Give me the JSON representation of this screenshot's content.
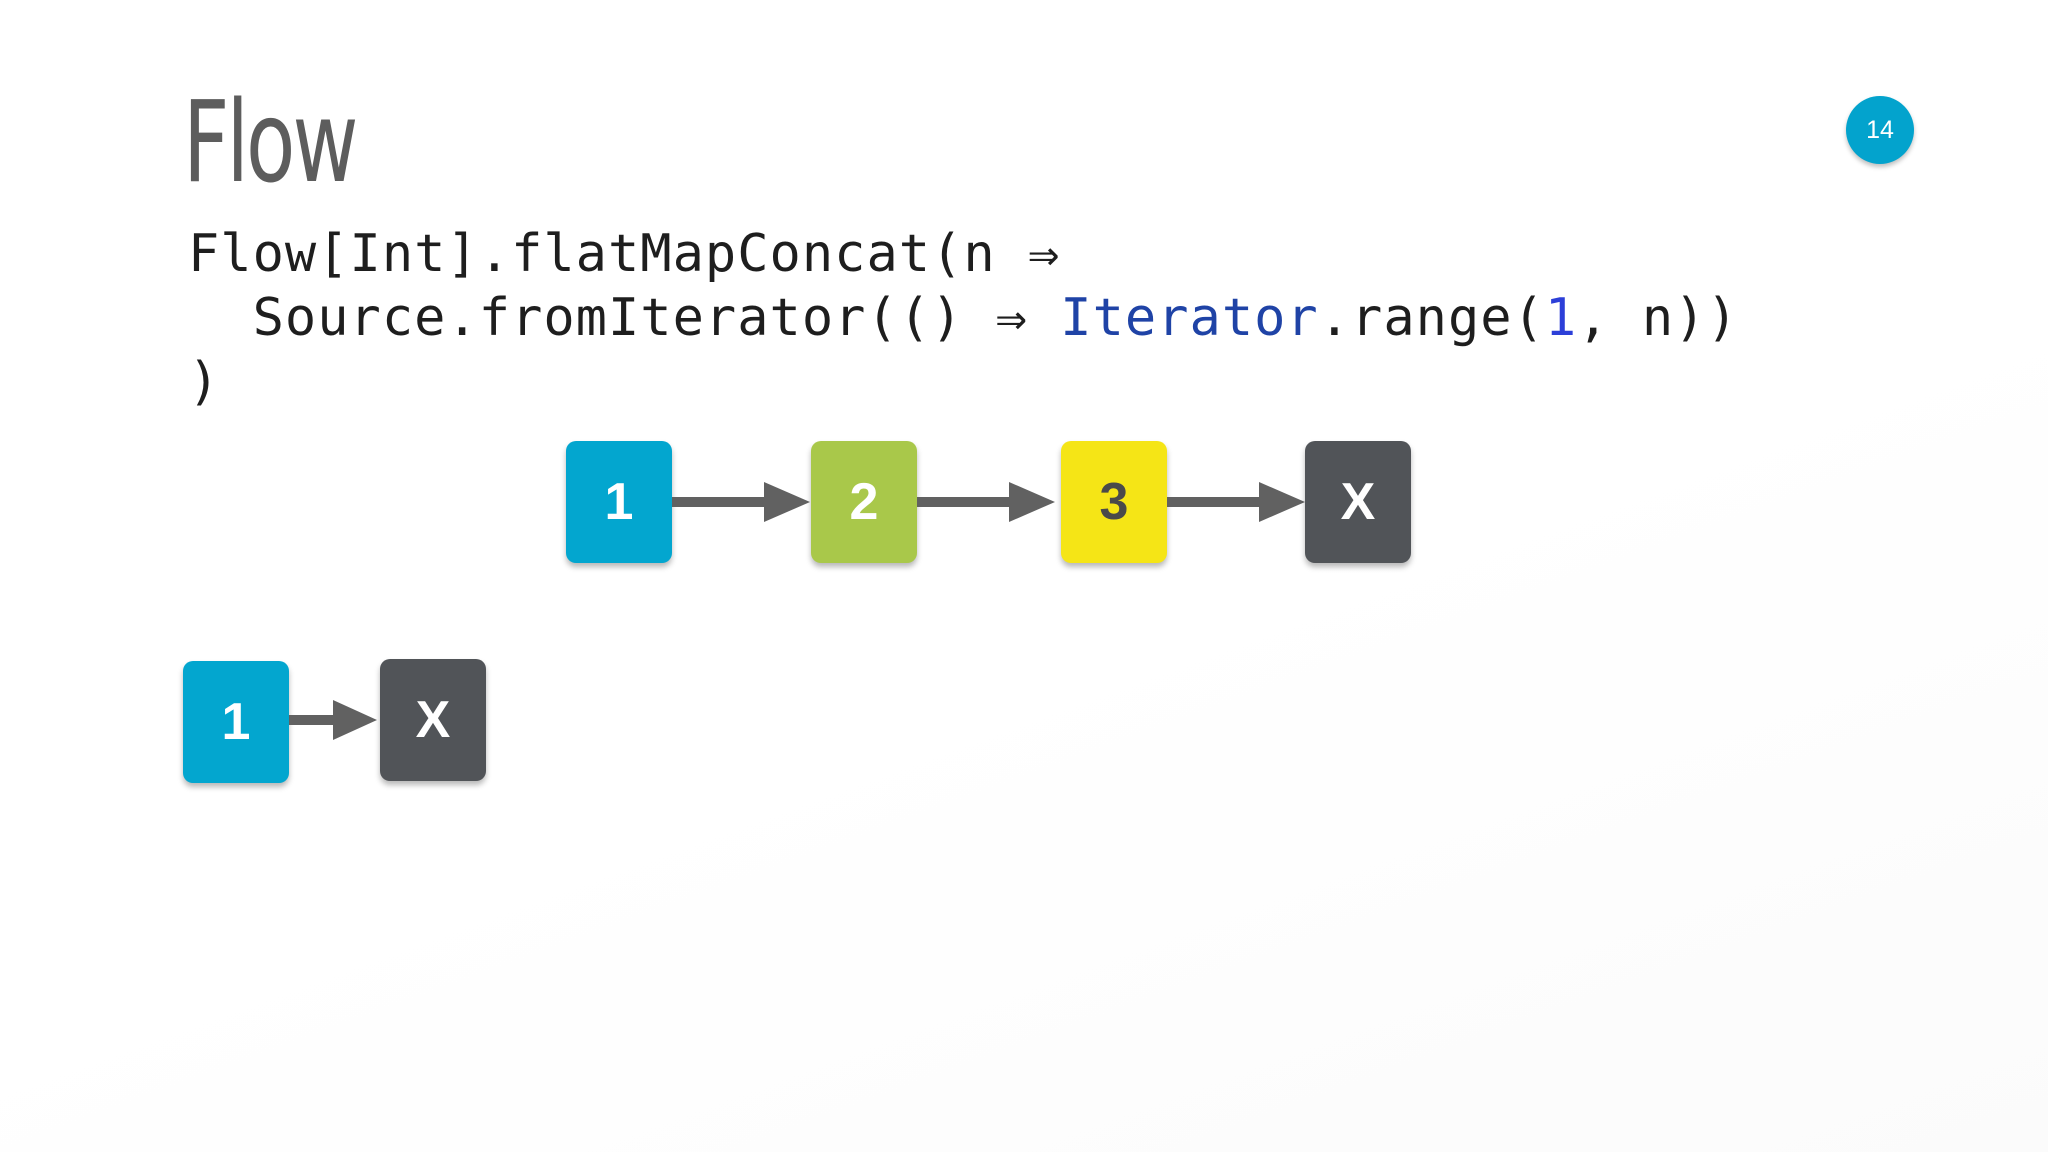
{
  "slide": {
    "title": "Flow",
    "page_number": "14",
    "accent_color": "#03a3cd"
  },
  "code": {
    "lines": [
      [
        {
          "text": "Flow[Int].flatMapConcat(n ⇒",
          "kind": "plain"
        }
      ],
      [
        {
          "text": "  Source.fromIterator(() ⇒ ",
          "kind": "plain"
        },
        {
          "text": "Iterator",
          "kind": "type"
        },
        {
          "text": ".range(",
          "kind": "plain"
        },
        {
          "text": "1",
          "kind": "num"
        },
        {
          "text": ", n))",
          "kind": "plain"
        }
      ],
      [
        {
          "text": ")",
          "kind": "plain"
        }
      ]
    ]
  },
  "diagram": {
    "stream_top": {
      "nodes": [
        {
          "label": "1",
          "color": "#03a6cf"
        },
        {
          "label": "2",
          "color": "#a9c84a"
        },
        {
          "label": "3",
          "color": "#f5e516"
        },
        {
          "label": "X",
          "color": "#515458"
        }
      ]
    },
    "stream_bottom": {
      "nodes": [
        {
          "label": "1",
          "color": "#03a6cf"
        },
        {
          "label": "X",
          "color": "#515458"
        }
      ]
    },
    "arrow_color": "#616161"
  }
}
